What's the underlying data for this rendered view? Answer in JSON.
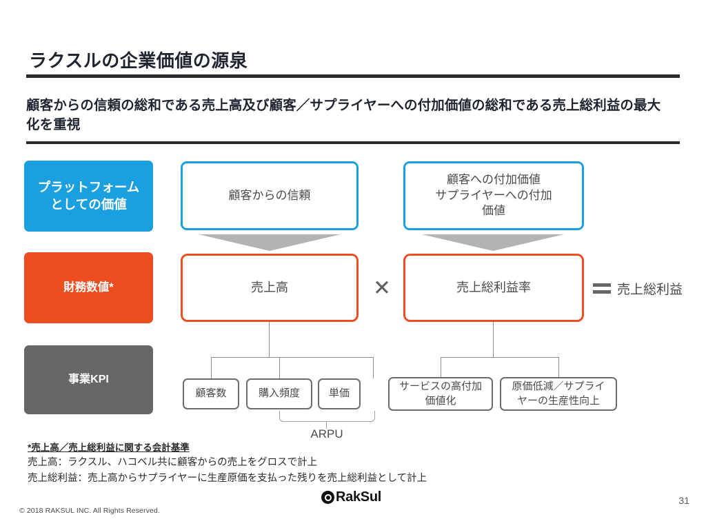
{
  "header": {
    "title": "ラクスルの企業価値の源泉",
    "subtitle": "顧客からの信頼の総和である売上高及び顧客／サプライヤーへの付加価値の総和である売上総利益の最大化を重視"
  },
  "categories": [
    {
      "label": "プラットフォーム\nとしての価値",
      "color": "#1a9fe0"
    },
    {
      "label": "財務数値*",
      "color": "#ec4e22"
    },
    {
      "label": "事業KPI",
      "color": "#666666"
    }
  ],
  "platform_row": [
    {
      "label": "顧客からの信頼"
    },
    {
      "label": "顧客への付加価値\nサプライヤーへの付加\n価値"
    }
  ],
  "financial_row": {
    "left_box": "売上高",
    "operator_multiply": "✕",
    "right_box": "売上総利益率",
    "operator_equals": "=",
    "result_label": "売上総利益"
  },
  "kpi_row": {
    "left_items": [
      {
        "label": "顧客数"
      },
      {
        "label": "購入頻度"
      },
      {
        "label": "単価"
      }
    ],
    "bracket_label": "ARPU",
    "right_items": [
      {
        "label": "サービスの高付加\n価値化"
      },
      {
        "label": "原価低減／サプライ\nヤーの生産性向上"
      }
    ]
  },
  "footnote": {
    "heading": "*売上高／売上総利益に関する会計基準",
    "line1": "売上高：ラクスル、ハコベル共に顧客からの売上をグロスで計上",
    "line2": "売上総利益：売上高からサプライヤーに生産原価を支払った残りを売上総利益として計上"
  },
  "footer": {
    "copyright": "© 2018 RAKSUL INC. All Rights Reserved.",
    "logo_text": "RakSul",
    "page_number": "31"
  }
}
